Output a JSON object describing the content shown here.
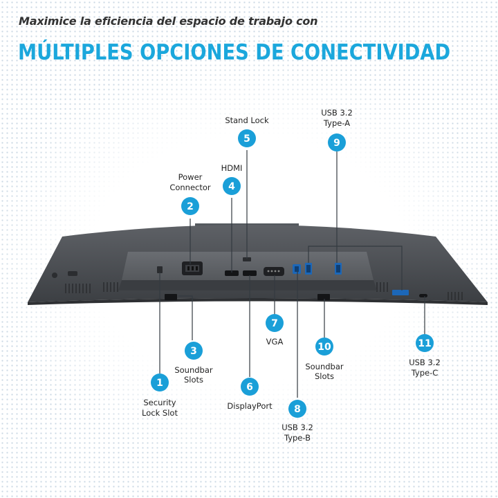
{
  "header": {
    "subtitle": "Maximice la eficiencia del espacio de trabajo con",
    "title": "MÚLTIPLES OPCIONES DE CONECTIVIDAD"
  },
  "colors": {
    "accent": "#1ba7dc",
    "badge": "#1a9fd8",
    "monitor": "#4a4d52"
  },
  "callouts": [
    {
      "number": "1",
      "label_lines": [
        "Security",
        "Lock Slot"
      ]
    },
    {
      "number": "2",
      "label_lines": [
        "Power",
        "Connector"
      ]
    },
    {
      "number": "3",
      "label_lines": [
        "Soundbar",
        "Slots"
      ]
    },
    {
      "number": "4",
      "label_lines": [
        "HDMI"
      ]
    },
    {
      "number": "5",
      "label_lines": [
        "Stand Lock"
      ]
    },
    {
      "number": "6",
      "label_lines": [
        "DisplayPort"
      ]
    },
    {
      "number": "7",
      "label_lines": [
        "VGA"
      ]
    },
    {
      "number": "8",
      "label_lines": [
        "USB 3.2",
        "Type-B"
      ]
    },
    {
      "number": "9",
      "label_lines": [
        "USB 3.2",
        "Type-A"
      ]
    },
    {
      "number": "10",
      "label_lines": [
        "Soundbar",
        "Slots"
      ]
    },
    {
      "number": "11",
      "label_lines": [
        "USB 3.2",
        "Type-C"
      ]
    }
  ]
}
